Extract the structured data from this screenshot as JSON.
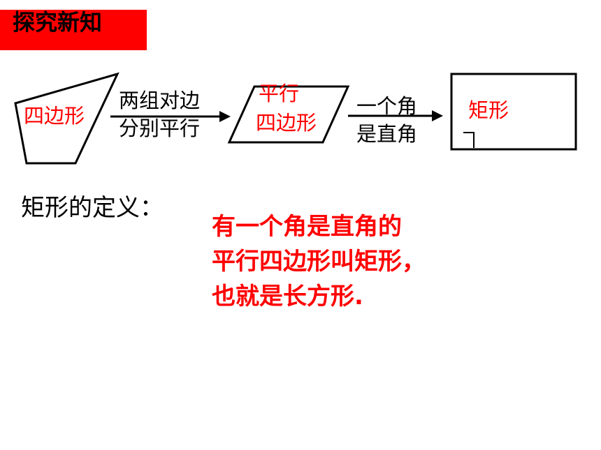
{
  "title": "探究新知",
  "diagram": {
    "quadrilateral": "四边形",
    "arrow1_line1": "两组对边",
    "arrow1_line2": "分别平行",
    "parallelogram_line1": "平行",
    "parallelogram_line2": "四边形",
    "arrow2_line1": "一个角",
    "arrow2_line2": "是直角",
    "rectangle": "矩形"
  },
  "definition": {
    "label": "矩形的定义：",
    "lines": [
      "有一个角是直角的",
      "平行四边形叫矩形，",
      "也就是长方形."
    ]
  },
  "colors": {
    "title_bg": "#ff0000",
    "accent": "#ff0000",
    "text": "#000000"
  }
}
